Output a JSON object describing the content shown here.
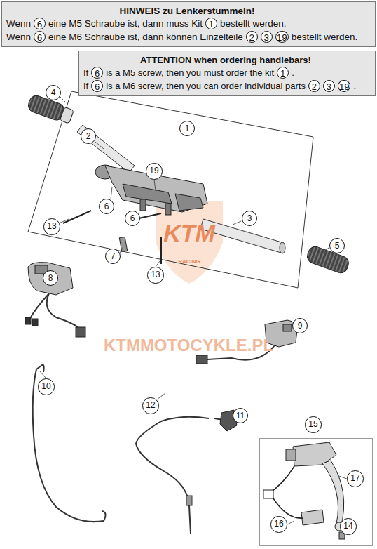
{
  "diagram": {
    "nodes": [
      {
        "text": [
          "HINWEIS zu Lenkerstummeln!",
          "Wenn",
          "6",
          "eine M5 Schraube ist, dann muss Kit",
          "1",
          "bestellt werden.",
          "Wenn",
          "6",
          "eine M6 Schraube ist, dann können Einzelteile",
          "2",
          "3",
          "19",
          "bestellt werden."
        ]
      },
      {
        "text": [
          "ATTENTION when ordering handlebars!",
          "If",
          "6",
          "is a M5 screw, then you must order the kit",
          "1",
          ".",
          "If",
          "6",
          "is a M6 screw, then you can order individual parts",
          "2",
          "3",
          "19",
          "."
        ]
      }
    ],
    "labels": [
      "4",
      "2",
      "1",
      "19",
      "6",
      "6",
      "13",
      "3",
      "7",
      "13",
      "5",
      "8",
      "9",
      "10",
      "12",
      "11",
      "15",
      "17",
      "16",
      "14",
      "KTM",
      "RACING",
      "KTMMOTOCYKLE.PL"
    ]
  }
}
